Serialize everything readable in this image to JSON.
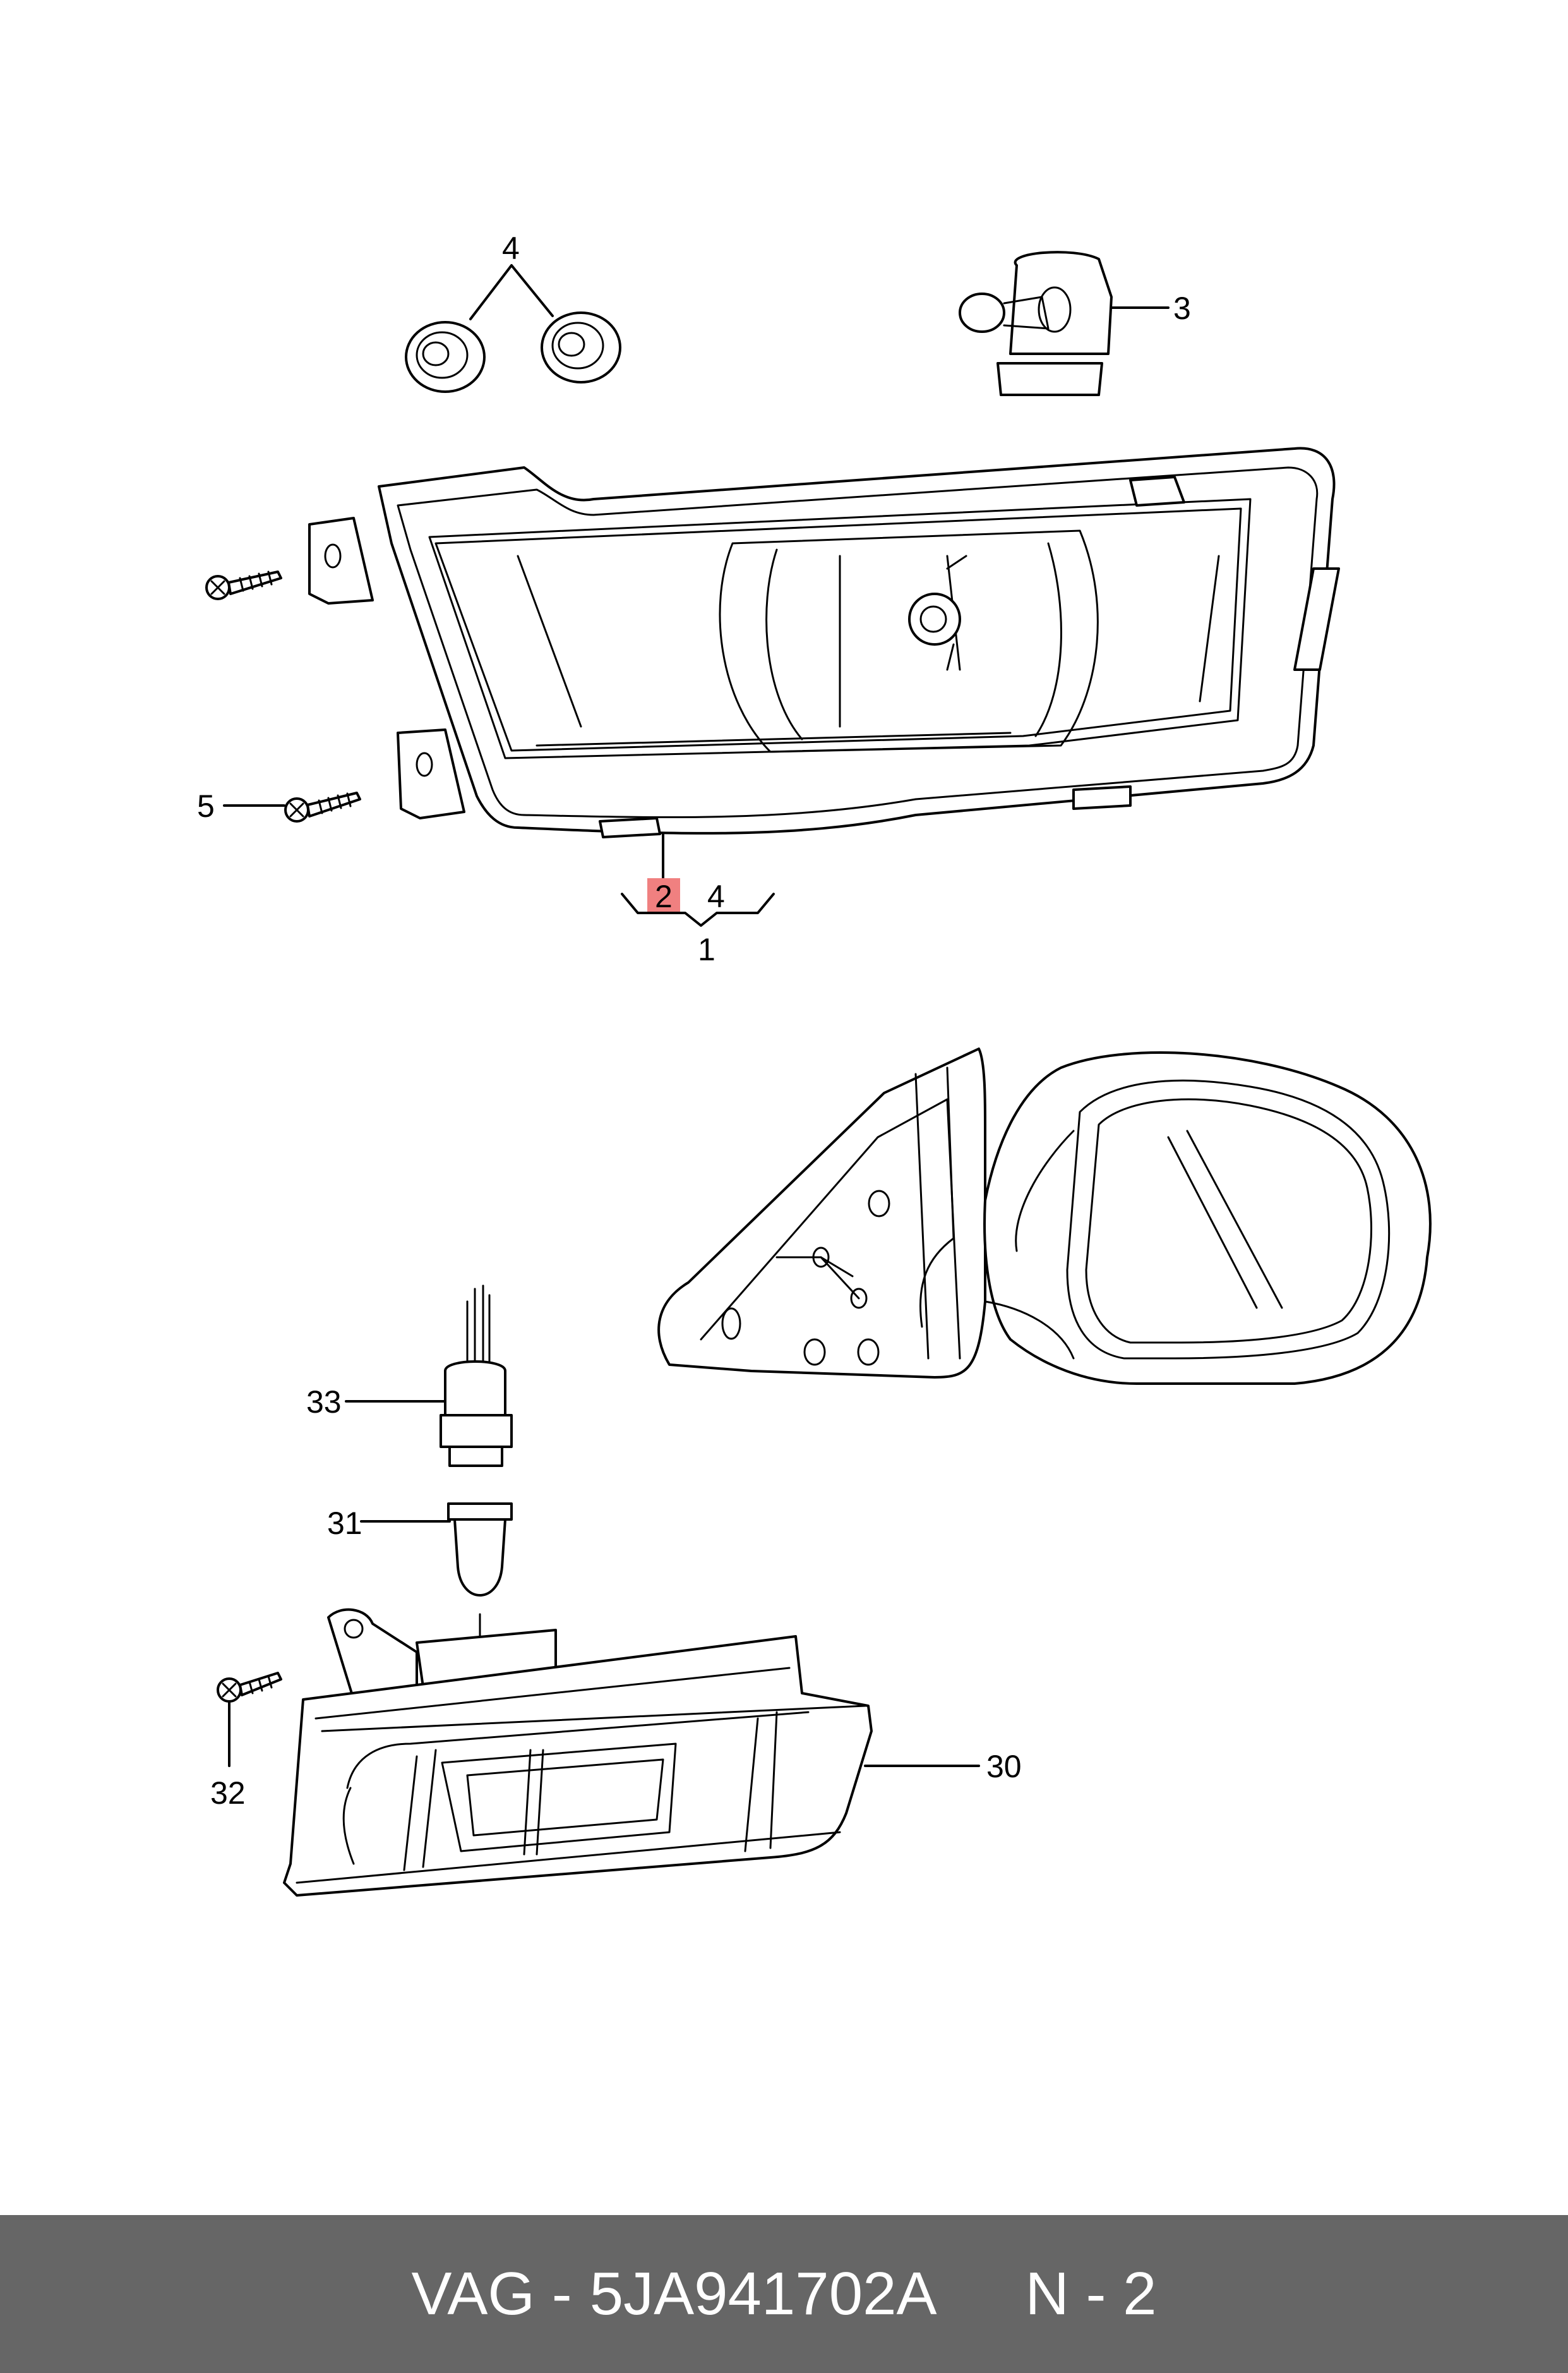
{
  "callouts": {
    "c1": "1",
    "c2": "2",
    "c3": "3",
    "c4_top": "4",
    "c4_bottom": "4",
    "c5": "5",
    "c30": "30",
    "c31": "31",
    "c32": "32",
    "c33": "33"
  },
  "highlight_color": "#f08080",
  "footer": {
    "brand": "VAG -",
    "part_number": "5JA941702A",
    "sheet": "N - 2",
    "background": "#666666"
  }
}
